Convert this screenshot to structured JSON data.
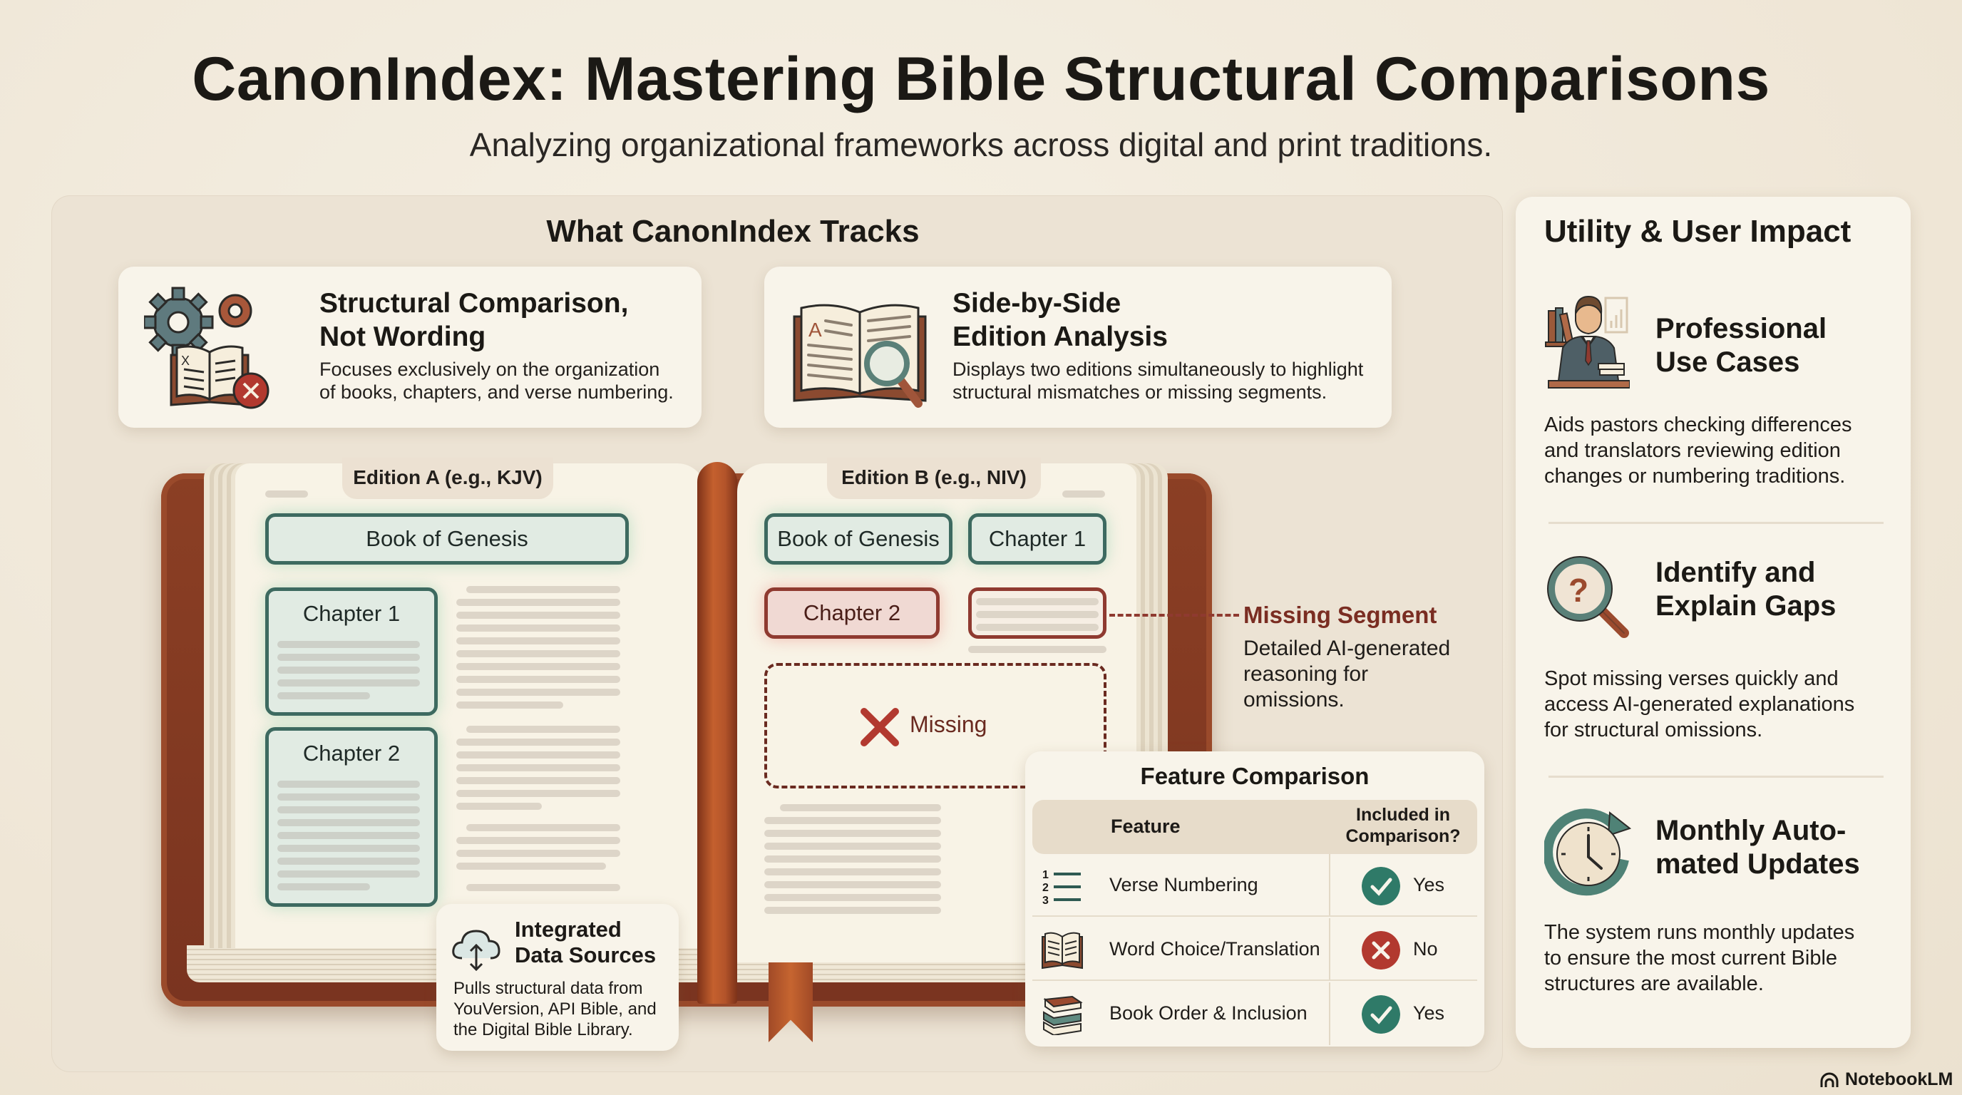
{
  "header": {
    "title": "CanonIndex: Mastering Bible Structural Comparisons",
    "subtitle": "Analyzing organizational frameworks across digital and print traditions."
  },
  "main_panel": {
    "title": "What CanonIndex Tracks",
    "feature_cards": [
      {
        "icon": "gears-book-icon",
        "title_line1": "Structural Comparison,",
        "title_line2": "Not Wording",
        "desc_line1": "Focuses exclusively on the organization",
        "desc_line2": "of books, chapters, and verse numbering."
      },
      {
        "icon": "book-magnifier-icon",
        "title_line1": "Side-by-Side",
        "title_line2": "Edition Analysis",
        "desc_line1": "Displays two editions simultaneously to highlight",
        "desc_line2": "structural mismatches or missing segments."
      }
    ],
    "book": {
      "edition_a": {
        "label": "Edition A (e.g., KJV)",
        "book": "Book of Genesis",
        "chapters": [
          "Chapter 1",
          "Chapter 2"
        ]
      },
      "edition_b": {
        "label": "Edition B (e.g., NIV)",
        "book": "Book of Genesis",
        "chapter1": "Chapter 1",
        "chapter2": "Chapter 2",
        "missing_label": "Missing"
      }
    },
    "missing_callout": {
      "title": "Missing Segment",
      "desc_line1": "Detailed AI-generated",
      "desc_line2": "reasoning for",
      "desc_line3": "omissions."
    },
    "data_sources": {
      "title_line1": "Integrated",
      "title_line2": "Data Sources",
      "desc_line1": "Pulls structural data from",
      "desc_line2": "YouVersion, API Bible, and",
      "desc_line3": "the Digital Bible Library."
    },
    "feature_comparison": {
      "title": "Feature Comparison",
      "col_feature": "Feature",
      "col_included_line1": "Included in",
      "col_included_line2": "Comparison?",
      "rows": [
        {
          "icon": "numbered-list-icon",
          "feature": "Verse Numbering",
          "included": "Yes",
          "status": "check"
        },
        {
          "icon": "open-book-icon",
          "feature": "Word Choice/Translation",
          "included": "No",
          "status": "cross"
        },
        {
          "icon": "book-stack-icon",
          "feature": "Book Order & Inclusion",
          "included": "Yes",
          "status": "check"
        }
      ]
    }
  },
  "right_panel": {
    "title": "Utility & User Impact",
    "items": [
      {
        "icon": "professional-person-icon",
        "title_line1": "Professional",
        "title_line2": "Use Cases",
        "desc_line1": "Aids pastors checking differences",
        "desc_line2": "and translators reviewing edition",
        "desc_line3": "changes or numbering traditions."
      },
      {
        "icon": "question-magnifier-icon",
        "title_line1": "Identify and",
        "title_line2": "Explain Gaps",
        "desc_line1": "Spot missing verses quickly and",
        "desc_line2": "access AI-generated explanations",
        "desc_line3": "for structural omissions."
      },
      {
        "icon": "clock-refresh-icon",
        "title_line1": "Monthly Auto-",
        "title_line2": "mated Updates",
        "desc_line1": "The system runs monthly updates",
        "desc_line2": "to ensure the most current Bible",
        "desc_line3": "structures are available."
      }
    ]
  },
  "watermark": {
    "label": "NotebookLM"
  },
  "colors": {
    "background": "#f1eadc",
    "panel": "#ece3d4",
    "card": "#f8f4ea",
    "teal": "#3d6a60",
    "red": "#8f3a30",
    "brown": "#8b3f24",
    "check_green": "#2f7a68",
    "cross_red": "#b2392f"
  }
}
